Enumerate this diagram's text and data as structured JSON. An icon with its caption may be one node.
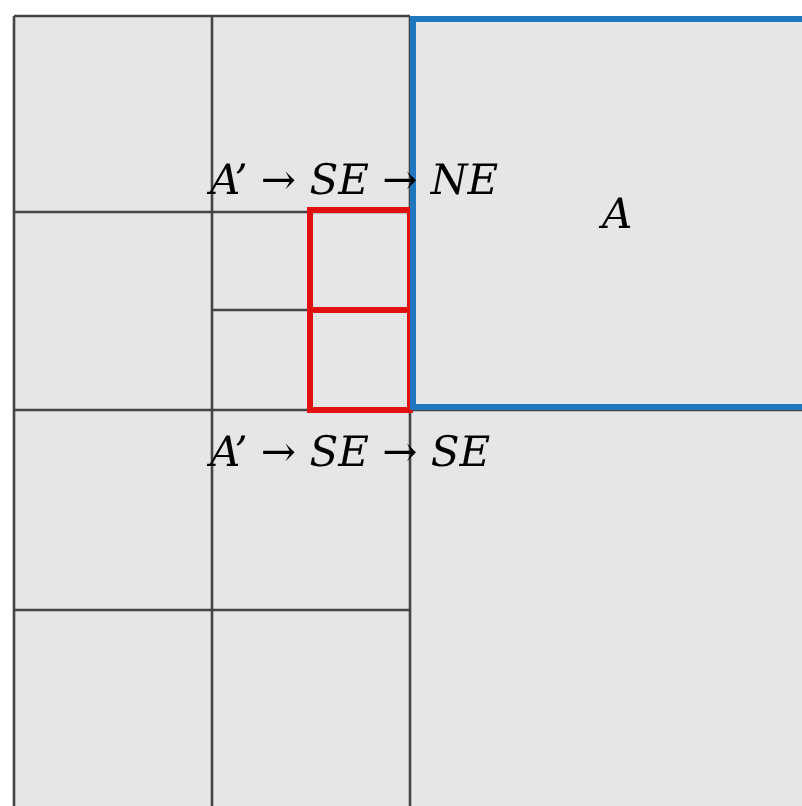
{
  "diagram": {
    "nodes": [
      {
        "text": [
          "A"
        ]
      }
    ],
    "labels": [
      "A’ → SE → NE",
      "A’ → SE → SE"
    ]
  }
}
